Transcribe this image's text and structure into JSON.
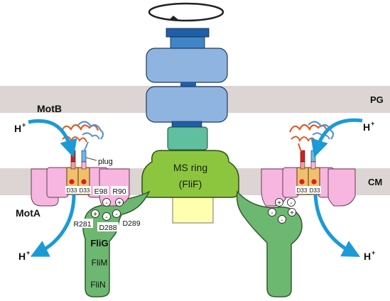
{
  "labels": {
    "pg": "PG",
    "cm": "CM",
    "motb": "MotB",
    "mota": "MotA",
    "h_plus_left_in": "H",
    "h_plus_right_in": "H",
    "h_plus_left_out": "H",
    "h_plus_right_out": "H",
    "plus_sup": "+",
    "plug": "plug",
    "ms_ring": "MS ring",
    "flif": "(FliF)",
    "flig": "FliG",
    "flim": "FliM",
    "flin": "FliN",
    "d33": "D33",
    "e98": "E98",
    "r90": "R90",
    "r281": "R281",
    "d288": "D288",
    "d289": "D289",
    "plus": "+",
    "minus": "-"
  },
  "colors": {
    "membrane": "#dcd5d3",
    "rod_blue": "#8fb4e0",
    "rod_dark": "#1f5fa8",
    "teal": "#5fbf9e",
    "ms_ring": "#8cc63f",
    "c_ring": "#6db870",
    "yellow": "#ffffb0",
    "mota": "#f6b6df",
    "motb_orange": "#f2c06b",
    "arrow": "#1b9ad6",
    "red": "#d1232a"
  }
}
